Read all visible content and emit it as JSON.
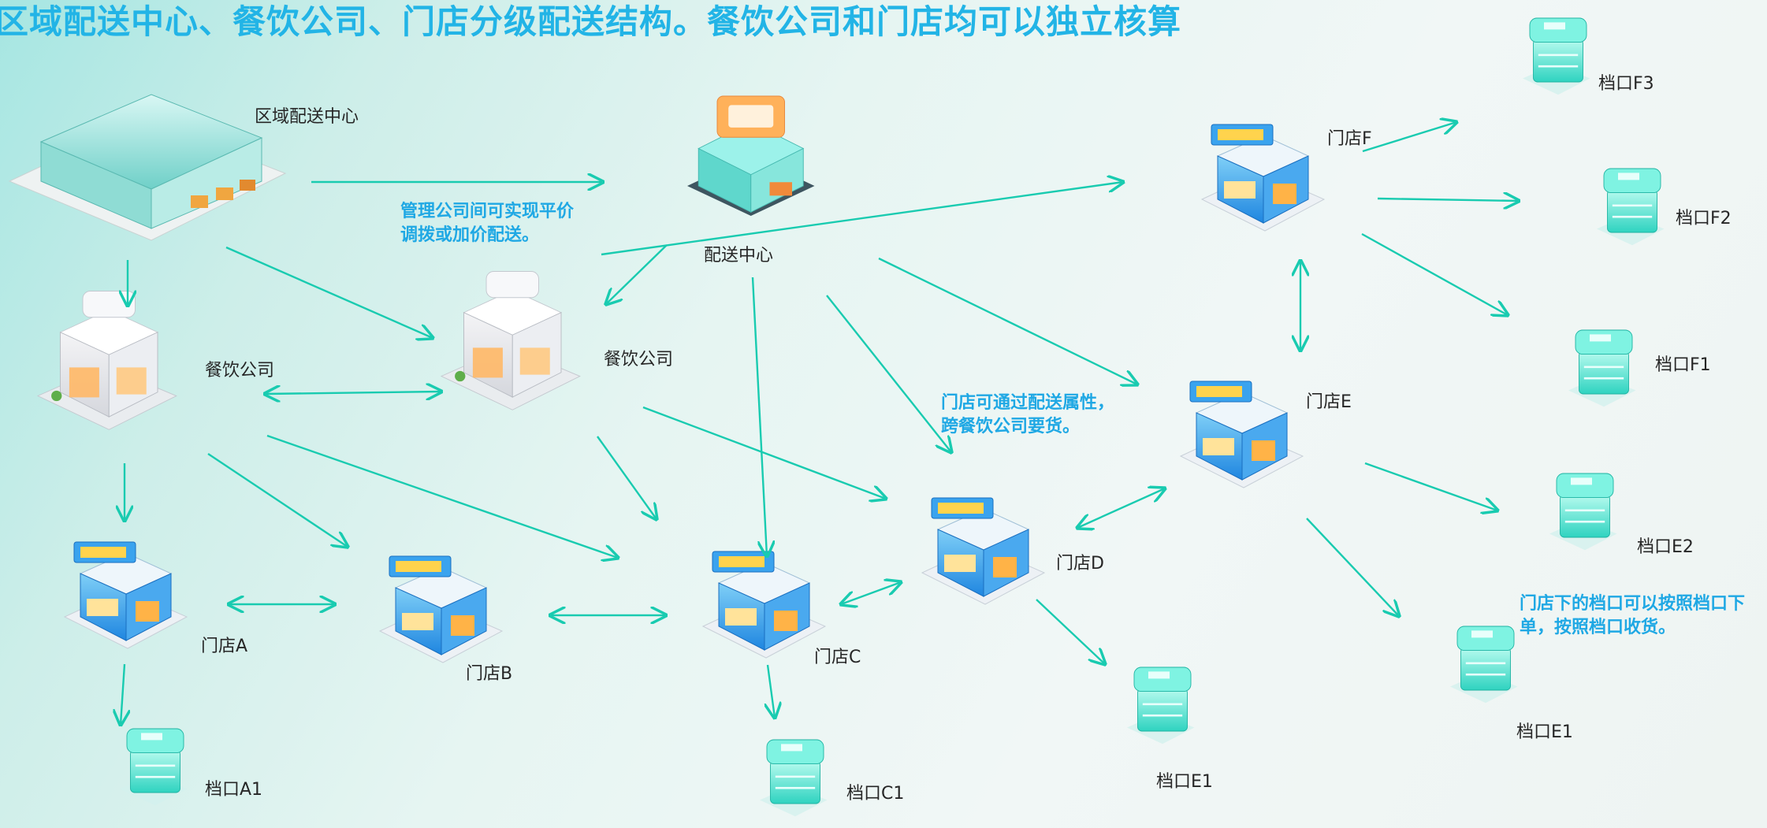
{
  "title": "区域配送中心、餐饮公司、门店分级配送结构。餐饮公司和门店均可以独立核算",
  "nodes": {
    "rdc": "区域配送中心",
    "dc": "配送中心",
    "co1": "餐饮公司",
    "co2": "餐饮公司",
    "storeA": "门店A",
    "storeB": "门店B",
    "storeC": "门店C",
    "storeD": "门店D",
    "storeE": "门店E",
    "storeF": "门店F",
    "stallA1": "档口A1",
    "stallC1": "档口C1",
    "stallE1a": "档口E1",
    "stallE1b": "档口E1",
    "stallE2": "档口E2",
    "stallF1": "档口F1",
    "stallF2": "档口F2",
    "stallF3": "档口F3"
  },
  "notes": {
    "n1": [
      "管理公司间可实现平价",
      "调拨或加价配送。"
    ],
    "n2": [
      "门店可通过配送属性，",
      "跨餐饮公司要货。"
    ],
    "n3": [
      "门店下的档口可以按照档口下",
      "单，按照档口收货。"
    ]
  },
  "colors": {
    "title": "#22b4e6",
    "arrow": "#19cbb0",
    "note": "#1fa8e4"
  }
}
